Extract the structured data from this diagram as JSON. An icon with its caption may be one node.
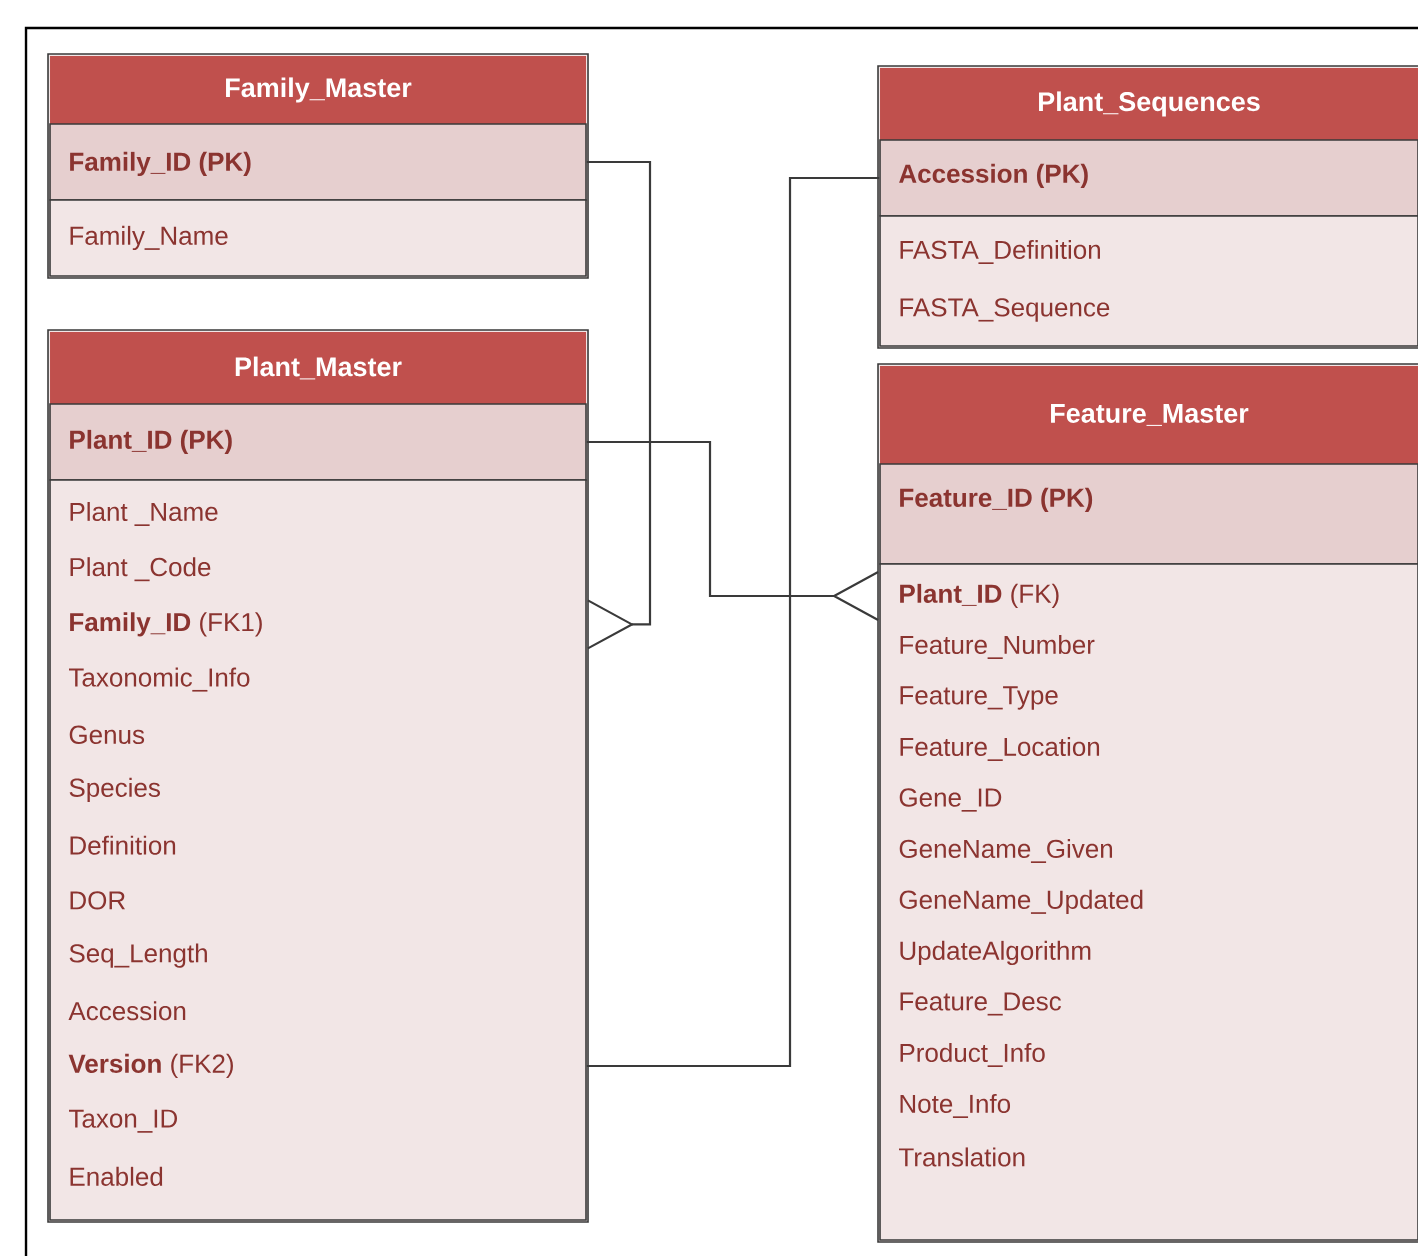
{
  "diagram": {
    "nodes": [
      {
        "text": [
          "Family_Master"
        ]
      },
      {
        "text": [
          "Family_ID (PK)"
        ],
        "in": 0
      },
      {
        "text": [
          "Family_Name"
        ],
        "in": 0
      },
      {
        "text": [
          "Plant_Sequences"
        ]
      },
      {
        "text": [
          "Accession (PK)"
        ],
        "in": 3
      },
      {
        "text": [
          "FASTA_Definition",
          "FASTA_Sequence"
        ],
        "in": 3
      },
      {
        "text": [
          "Plant_Master"
        ]
      },
      {
        "text": [
          "Plant_ID (PK)"
        ],
        "in": 6
      },
      {
        "text": [
          "Plant _Name",
          "Plant _Code",
          "**Family_ID** (FK1)",
          "Taxonomic_Info",
          "Genus",
          "Species",
          "Definition",
          "DOR",
          "Seq_Length",
          "Accession",
          "**Version** (FK2)",
          "Taxon_ID",
          "Enabled"
        ],
        "in": 6
      },
      {
        "text": [
          "Feature_Master"
        ]
      },
      {
        "text": [
          "Feature_ID (PK)"
        ],
        "in": 9
      },
      {
        "text": [
          "**Plant_ID** (FK)",
          "Feature_Number",
          "Feature_Type",
          "Feature_Location",
          "Gene_ID",
          "GeneName_Given",
          "GeneName_Updated",
          "UpdateAlgorithm",
          "Feature_Desc",
          "Product_Info",
          "Note_Info",
          "Translation"
        ],
        "in": 9
      }
    ],
    "edges": [
      {
        "from": 1,
        "to": 8,
        "arrow": "other"
      },
      {
        "from": 7,
        "to": 11,
        "arrow": "other"
      },
      {
        "from": 4,
        "to": 8,
        "arrow": "none"
      }
    ]
  }
}
